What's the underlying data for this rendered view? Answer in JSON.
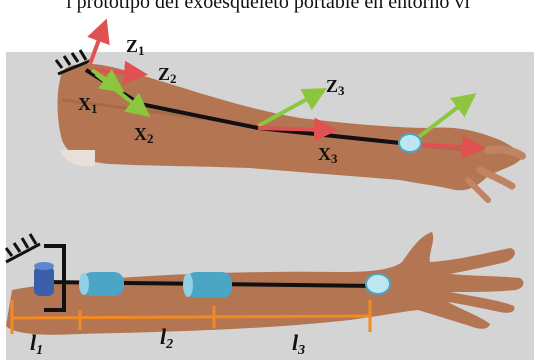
{
  "caption": "l prototipo del exoesqueleto portable en entorno vi",
  "frames": {
    "z1": {
      "letter": "Z",
      "sub": "1"
    },
    "z2": {
      "letter": "Z",
      "sub": "2"
    },
    "x1": {
      "letter": "X",
      "sub": "1"
    },
    "x2": {
      "letter": "X",
      "sub": "2"
    },
    "z3": {
      "letter": "Z",
      "sub": "3"
    },
    "x3": {
      "letter": "X",
      "sub": "3"
    }
  },
  "lengths": {
    "l1": {
      "letter": "l",
      "sub": "1"
    },
    "l2": {
      "letter": "l",
      "sub": "2"
    },
    "l3": {
      "letter": "l",
      "sub": "3"
    }
  },
  "colors": {
    "x_axis": "#e05252",
    "z_axis": "#8cc63f",
    "link": "#111111",
    "joint": "#4aa6c4",
    "base_joint": "#3a5ea8",
    "segment": "#f08a24",
    "skin": "#b07350"
  }
}
